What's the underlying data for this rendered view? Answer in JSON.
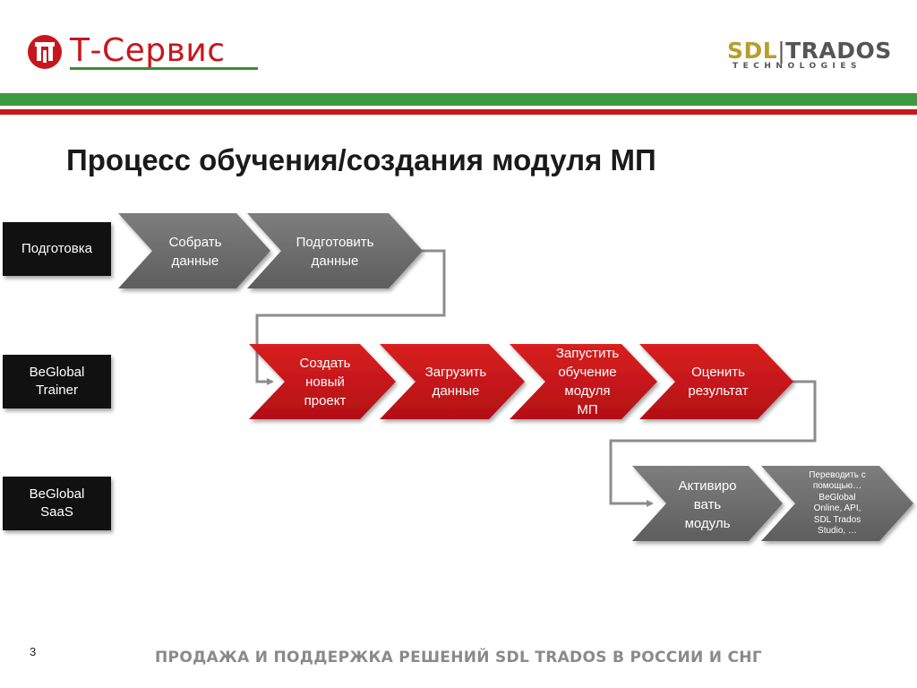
{
  "header": {
    "logo_left_text": "Т-Сервис",
    "logo_right": {
      "sdl": "SDL",
      "sep": "|",
      "trados": "TRADOS",
      "tech": "TECHNOLOGIES"
    }
  },
  "title": "Процесс обучения/создания модуля МП",
  "lanes": [
    "Подготовка",
    "BeGlobal\nTrainer",
    "BeGlobal\nSaaS"
  ],
  "steps": [
    {
      "id": "collect",
      "label": "Собрать\nданные"
    },
    {
      "id": "prepare",
      "label": "Подготовить\nданные"
    },
    {
      "id": "create",
      "label": "Создать\nновый\nпроект"
    },
    {
      "id": "upload",
      "label": "Загрузить\nданные"
    },
    {
      "id": "train",
      "label": "Запустить\nобучение\nмодуля\nМП"
    },
    {
      "id": "evaluate",
      "label": "Оценить\nрезультат"
    },
    {
      "id": "activate",
      "label": "Активиро\nвать\nмодуль"
    },
    {
      "id": "translate",
      "label": "Переводить с\nпомощью…\nBeGlobal\nOnline, API,\nSDL Trados\nStudio, …"
    }
  ],
  "colors": {
    "gray": "#6e6e6e",
    "red": "#c8161d",
    "lane": "#111111",
    "connector": "#8c8c8c"
  },
  "footer": "ПРОДАЖА И ПОДДЕРЖКА РЕШЕНИЙ SDL TRADOS В РОССИИ И СНГ",
  "page_number": "3"
}
